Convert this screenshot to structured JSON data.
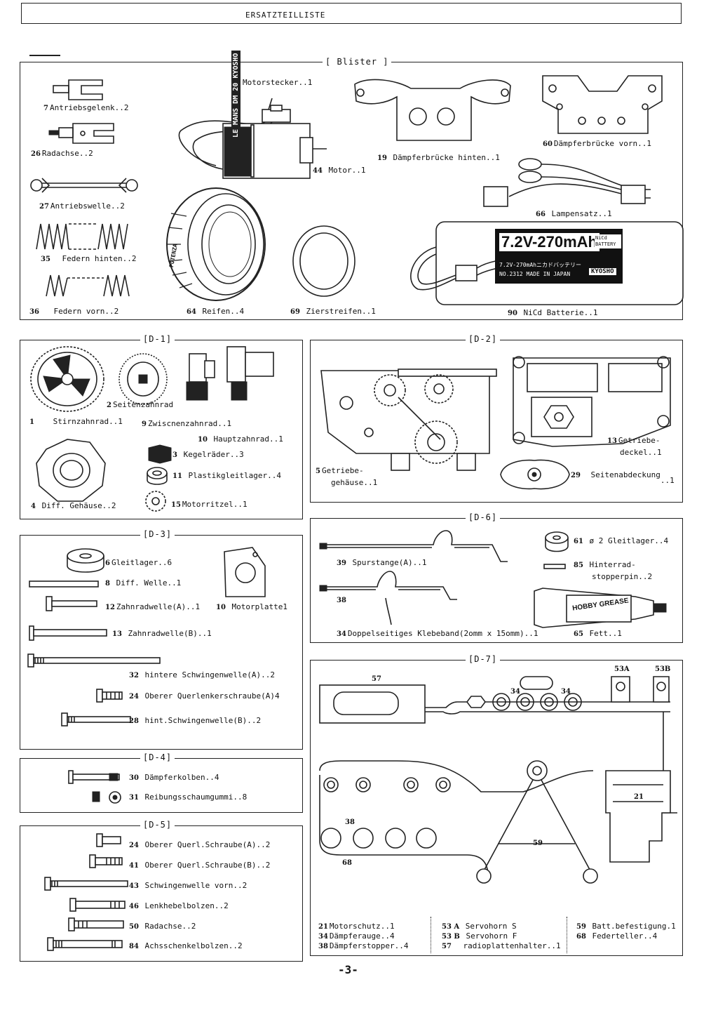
{
  "header": {
    "title": "ERSATZTEILLISTE"
  },
  "page_number": "-3-",
  "sections": {
    "blister": {
      "title": "[ Blister ]",
      "items": {
        "antriebsgelenk": {
          "num": "7",
          "label": "Antriebsgelenk..2"
        },
        "radachse": {
          "num": "26",
          "label": "Radachse..2"
        },
        "antriebswelle": {
          "num": "27",
          "label": "Antriebswelle..2"
        },
        "federn_hinten": {
          "num": "35",
          "label": "Federn hinten..2"
        },
        "federn_vorn": {
          "num": "36",
          "label": "Federn vorn..2"
        },
        "motorstecker": {
          "label": "Motorstecker..1"
        },
        "motor": {
          "num": "44",
          "label": "Motor..1"
        },
        "reifen": {
          "num": "64",
          "label": "Reifen..4"
        },
        "zierstreifen": {
          "num": "69",
          "label": "Zierstreifen..1"
        },
        "daempferbruecke_hinten": {
          "num": "19",
          "label": "Dämpferbrücke hinten..1"
        },
        "daempferbruecke_vorn": {
          "num": "60",
          "label": "Dämpferbrücke vorn..1"
        },
        "lampensatz": {
          "num": "66",
          "label": "Lampensatz..1"
        },
        "nicd_batterie": {
          "num": "90",
          "label": "NiCd Batterie..1"
        }
      },
      "motor_text": [
        "LE MANS",
        "DM 20",
        "KYOSHO"
      ],
      "tire_text": "POTENZA",
      "battery_text": {
        "main": "7.2V-270mAh",
        "chem": "NiCd BATTERY",
        "line1": "7.2V-270mAhニカドバッテリー",
        "line2": "NO.2312  MADE IN JAPAN",
        "brand": "KYOSHO"
      }
    },
    "d1": {
      "title": "[D-1]",
      "items": {
        "stirnzahnrad": {
          "num": "1",
          "label": "Stirnzahnrad..1"
        },
        "seitenzahnrad": {
          "num": "2",
          "label": "Seitenzahnrad"
        },
        "zwischenzahnrad": {
          "num": "9",
          "label": "Zwiscnenzahnrad..1"
        },
        "hauptzahnrad": {
          "num": "10",
          "label": "Hauptzahnrad..1"
        },
        "kegelraeder": {
          "num": "3",
          "label": "Kegelräder..3"
        },
        "plastikgleitlager": {
          "num": "11",
          "label": "Plastikgleitlager..4"
        },
        "diff_gehaeuse": {
          "num": "4",
          "label": "Diff. Gehäuse..2"
        },
        "motorritzel": {
          "num": "15",
          "label": "Motorritzel..1"
        }
      }
    },
    "d2": {
      "title": "[D-2]",
      "items": {
        "getriebegehaeuse": {
          "num": "5",
          "label1": "Getriebe-",
          "label2": "gehäuse..1"
        },
        "getriebedeckel": {
          "num": "13",
          "label1": "Getriebe-",
          "label2": "deckel..1"
        },
        "seitenabdeckung": {
          "num": "29",
          "label": "Seitenabdeckung",
          "qty": "..1"
        }
      }
    },
    "d3": {
      "title": "[D-3]",
      "items": {
        "gleitlager": {
          "num": "6",
          "label": "Gleitlager..6"
        },
        "diff_welle": {
          "num": "8",
          "label": "Diff. Welle..1"
        },
        "zahnradwelle_a": {
          "num": "12",
          "label": "Zahnradwelle(A)..1"
        },
        "motorplatte": {
          "num": "10",
          "label": "Motorplatte1"
        },
        "zahnradwelle_b": {
          "num": "13",
          "label": "Zahnradwelle(B)..1"
        },
        "hintere_schwingenwelle_a": {
          "num": "32",
          "label": "hintere Schwingenwelle(A)..2"
        },
        "oberer_querlenkerschraube": {
          "num": "24",
          "label": "Oberer Querlenkerschraube(A)4"
        },
        "hint_schwingenwelle_b": {
          "num": "28",
          "label": "hint.Schwingenwelle(B)..2"
        }
      }
    },
    "d4": {
      "title": "[D-4]",
      "items": {
        "daempferkolben": {
          "num": "30",
          "label": "Dämpferkolben..4"
        },
        "reibungsschaumgummi": {
          "num": "31",
          "label": "Reibungsschaumgummi..8"
        }
      }
    },
    "d5": {
      "title": "[D-5]",
      "items": {
        "querl_schraube_a": {
          "num": "24",
          "label": "Oberer Querl.Schraube(A)..2"
        },
        "querl_schraube_b": {
          "num": "41",
          "label": "Oberer Querl.Schraube(B)..2"
        },
        "schwingenwelle_vorn": {
          "num": "43",
          "label": "Schwingenwelle vorn..2"
        },
        "lenkhebelbolzen": {
          "num": "46",
          "label": "Lenkhebelbolzen..2"
        },
        "radachse": {
          "num": "50",
          "label": "Radachse..2"
        },
        "achsschenkelbolzen": {
          "num": "84",
          "label": "Achsschenkelbolzen..2"
        }
      }
    },
    "d6": {
      "title": "[D-6]",
      "items": {
        "spurstange": {
          "num": "39",
          "label": "Spurstange(A)..1"
        },
        "spurstange_b": {
          "num": "38"
        },
        "klebeband": {
          "num": "34",
          "label": "Doppelseitiges Klebeband(2omm x 15omm)..1"
        },
        "gleitlager": {
          "num": "61",
          "label": "ø 2 Gleitlager..4"
        },
        "hinterrad_stopperpin": {
          "num": "85",
          "label1": "Hinterrad-",
          "label2": "stopperpin..2"
        },
        "fett": {
          "num": "65",
          "label": "Fett..1"
        }
      },
      "tube_text": "HOBBY GREASE"
    },
    "d7": {
      "title": "[D-7]",
      "callouts": {
        "n57": "57",
        "n53a": "53A",
        "n53b": "53B",
        "n34a": "34",
        "n34b": "34",
        "n21": "21",
        "n38": "38",
        "n68": "68",
        "n59": "59"
      },
      "legend": {
        "col1": [
          {
            "num": "21",
            "label": "Motorschutz..1"
          },
          {
            "num": "34",
            "label": "Dämpferauge..4"
          },
          {
            "num": "38",
            "label": "Dämpferstopper..4"
          }
        ],
        "col2": [
          {
            "num": "53 A",
            "label": "Servohorn S"
          },
          {
            "num": "53 B",
            "label": "Servohorn F"
          },
          {
            "num": "57",
            "label": "radioplattenhalter..1"
          }
        ],
        "col3": [
          {
            "num": "59",
            "label": "Batt.befestigung.1"
          },
          {
            "num": "68",
            "label": "Federteller..4"
          }
        ]
      }
    }
  }
}
